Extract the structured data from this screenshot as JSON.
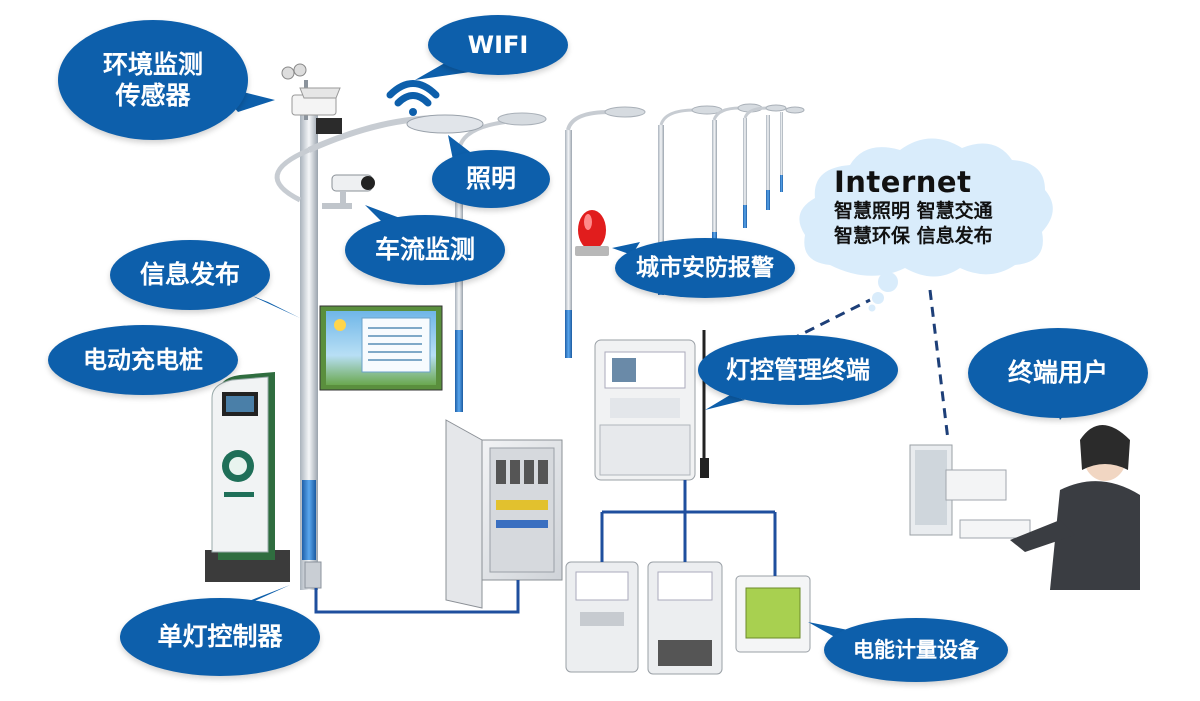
{
  "labels": {
    "env_sensor_line1": "环境监测",
    "env_sensor_line2": "传感器",
    "wifi": "WIFI",
    "lighting": "照明",
    "traffic": "车流监测",
    "alarm": "城市安防报警",
    "info_publish": "信息发布",
    "charging": "电动充电桩",
    "lamp_terminal": "灯控管理终端",
    "single_lamp": "单灯控制器",
    "end_user": "终端用户",
    "metering": "电能计量设备"
  },
  "cloud": {
    "title": "Internet",
    "line1": "智慧照明 智慧交通",
    "line2": "智慧环保 信息发布"
  },
  "colors": {
    "bubble": "#0d5fab",
    "cloud": "#d9ecfb",
    "wire": "#1f4f9e",
    "pole": "#d8dde3",
    "pole_blue": "#2f7fd0"
  }
}
